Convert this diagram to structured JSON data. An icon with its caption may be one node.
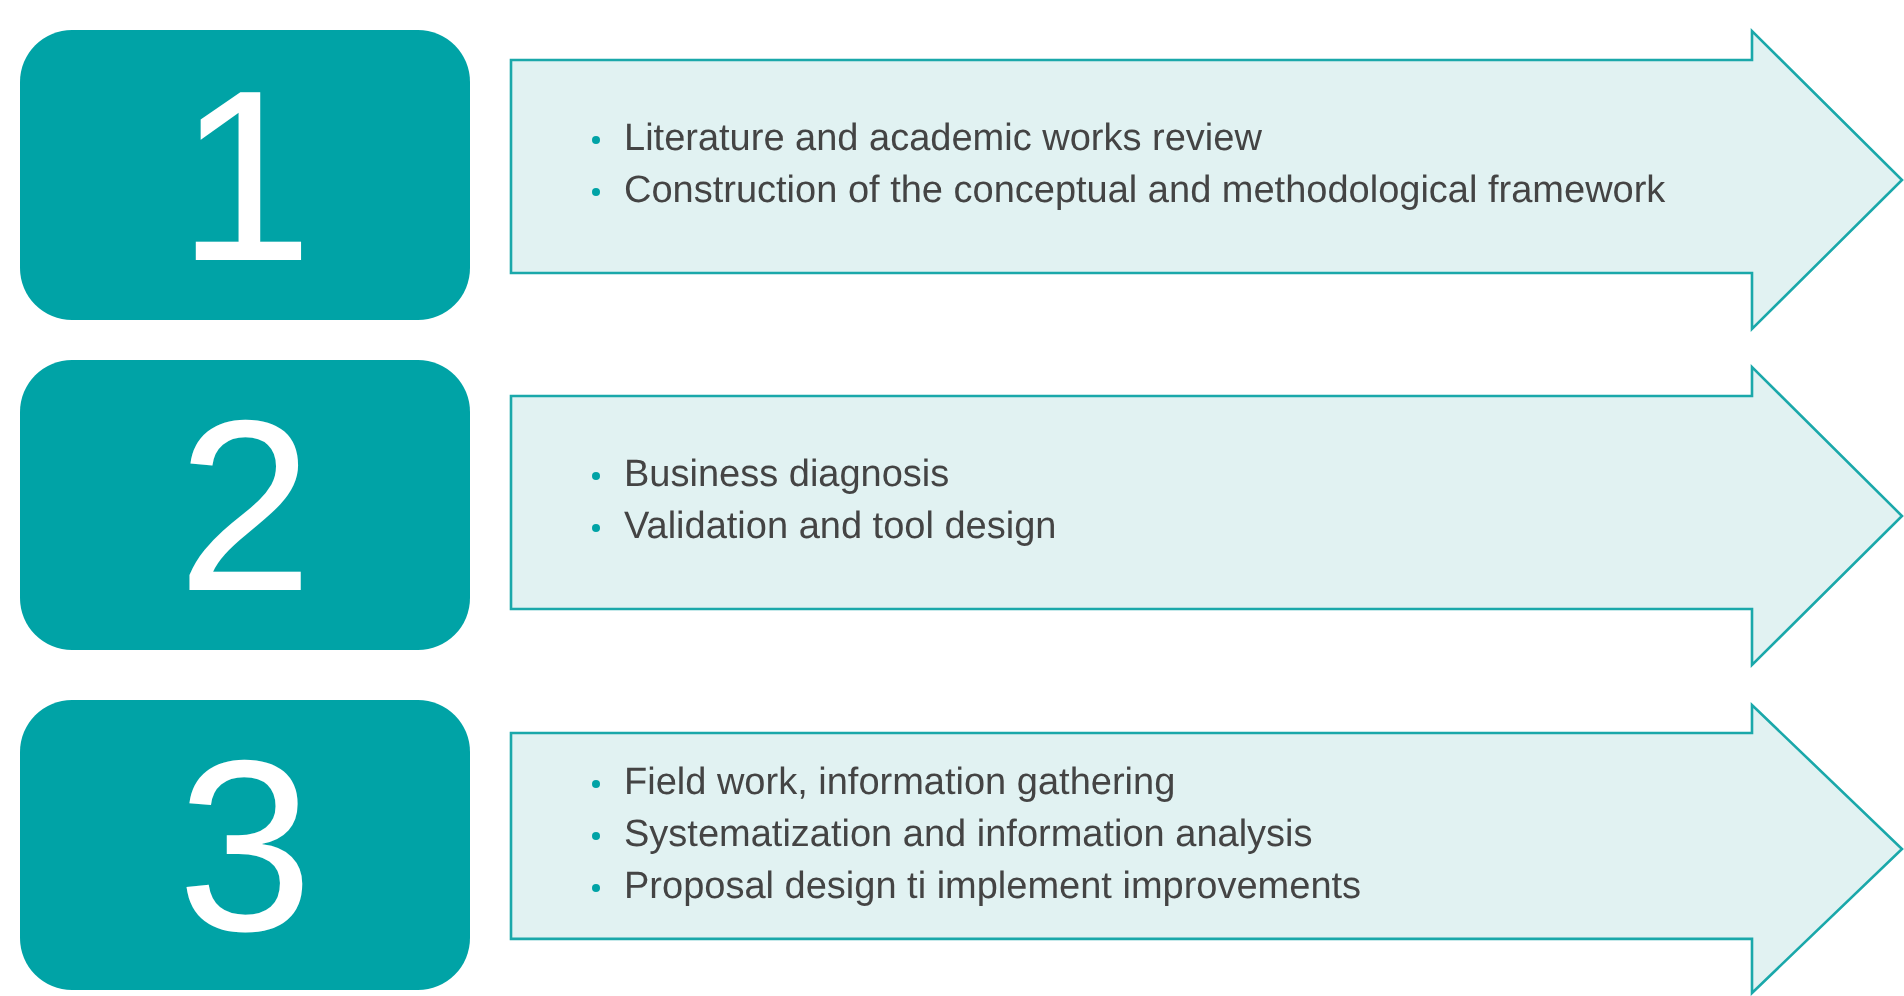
{
  "diagram": {
    "nodes": [
      {
        "text": [
          "1"
        ]
      },
      {
        "text": [
          "Literature and academic works review",
          "Construction of the conceptual and methodological framework"
        ]
      },
      {
        "text": [
          "2"
        ]
      },
      {
        "text": [
          "Business diagnosis",
          "Validation and tool design"
        ]
      },
      {
        "text": [
          "3"
        ]
      },
      {
        "text": [
          "Field work, information gathering",
          "Systematization and information analysis",
          "Proposal design ti implement improvements"
        ]
      }
    ]
  }
}
